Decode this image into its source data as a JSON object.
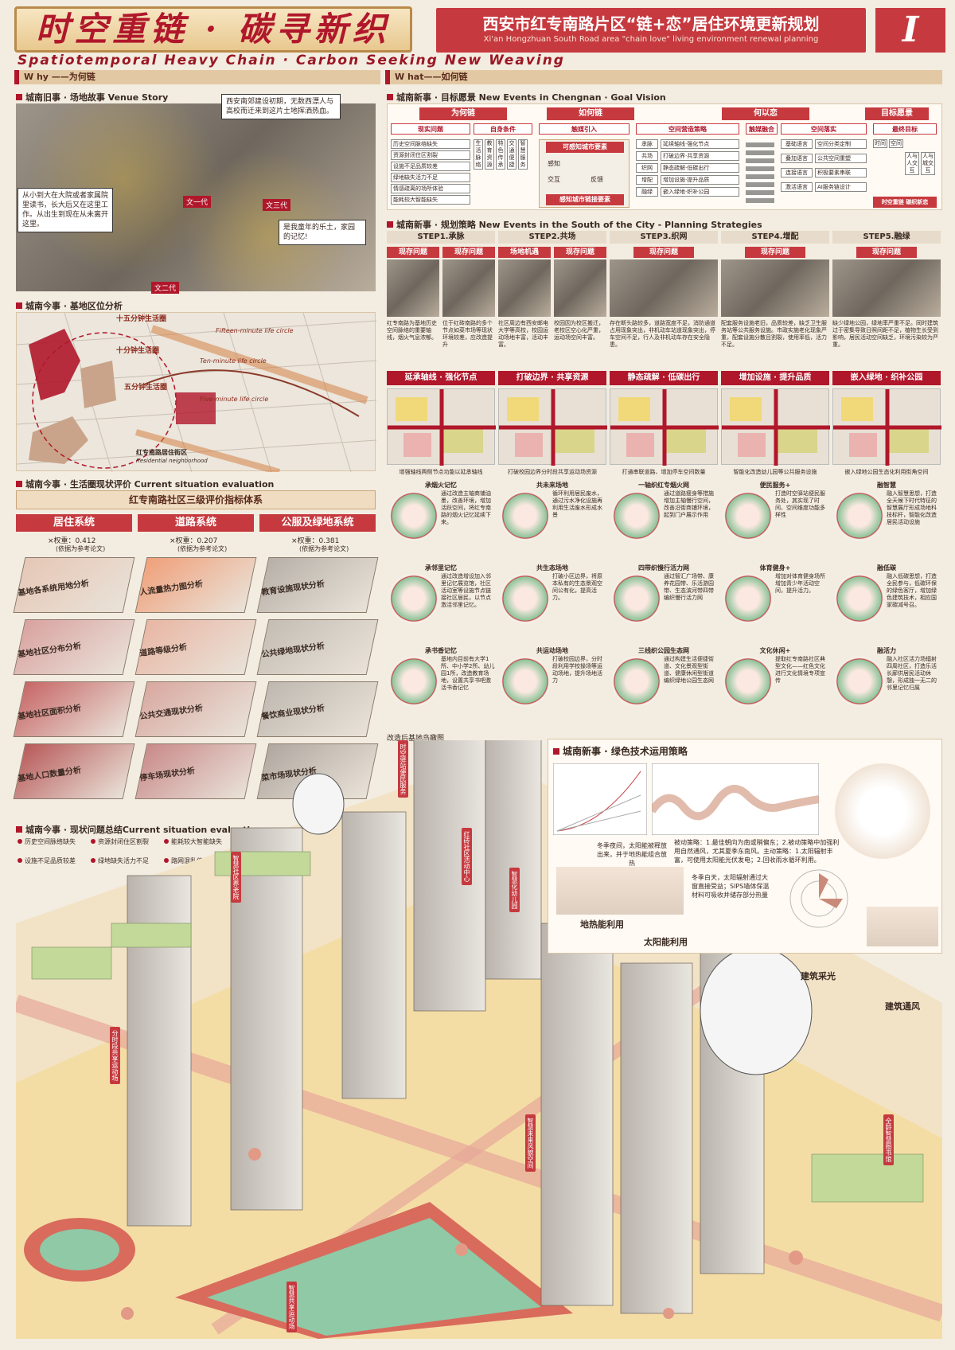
{
  "header": {
    "title_cn": "时空重链 · 碳寻新织",
    "title_en": "Spatiotemporal Heavy Chain · Carbon Seeking New Weaving",
    "subtitle_cn": "西安市红专南路片区“链+恋”居住环境更新规划",
    "subtitle_en": "Xi'an Hongzhuan South Road area \"chain love\" living environment renewal planning",
    "page_number": "I"
  },
  "why": {
    "label": "W hy ——为何链",
    "venue_story": {
      "title": "城南旧事 · 场地故事 Venue Story",
      "note1": "西安南郊建设初期，无数西漂人与高校而迁来到这片土地挥洒热血。",
      "note2": "从小到大在大院或者家属院里读书，长大后又在这里工作。从出生到现在从未离开这里。",
      "note3": "是我童年的乐土，家园的记忆!",
      "tag1": "文一代",
      "tag2": "文三代",
      "tag3": "文二代"
    },
    "location": {
      "title": "城南今事 · 基地区位分析",
      "circle1": "十五分钟生活圈",
      "circle2": "十分钟生活圈",
      "circle3": "五分钟生活圈",
      "en1": "Fifteen-minute life circle",
      "en2": "Ten-minute life circle",
      "en3": "Five-minute life circle",
      "site": "红专南路居住街区",
      "site_en": "Residential neighborhood"
    },
    "evaluation": {
      "title": "城南今事 · 生活圈现状评价 Current situation evaluation",
      "system_title": "红专南路社区三级评价指标体系",
      "systems": [
        {
          "name": "居住系统",
          "weight": "×权重：0.412",
          "ref": "(依据为参考论文)"
        },
        {
          "name": "道路系统",
          "weight": "×权重：0.207",
          "ref": "(依据为参考论文)"
        },
        {
          "name": "公服及绿地系统",
          "weight": "×权重：0.381",
          "ref": "(依据为参考论文)"
        }
      ],
      "col1": [
        "基地各系统用地分析",
        "基地社区分布分析",
        "基地社区面积分析",
        "基地人口数量分析"
      ],
      "col2": [
        "人流量热力图分析",
        "道路等级分析",
        "公共交通现状分析",
        "停车场现状分析"
      ],
      "col3": [
        "教育设施现状分析",
        "公共绿地现状分析",
        "餐饮商业现状分析",
        "菜市场现状分析"
      ]
    },
    "problems": {
      "title": "城南今事 · 现状问题总结Current situation evaluation",
      "items": [
        "历史空间脉络缺失",
        "资源封闭住区割裂",
        "能耗较大智能缺失",
        "设施不足品质较差",
        "绿地缺失活力不足",
        "路网混乱停车不便"
      ]
    }
  },
  "what": {
    "label": "W hat——如何链",
    "goal": {
      "title": "城南新事 · 目标愿景 New Events in Chengnan · Goal Vision",
      "heads": [
        "为何链",
        "如何链",
        "何以恋",
        "目标愿景"
      ],
      "subheads": [
        "现实问题",
        "自身条件",
        "触媒引入",
        "空间营造策略",
        "触媒融合",
        "空间落实",
        "最终目标"
      ],
      "problems": [
        "历史空间脉络缺失",
        "资源封闭住区割裂",
        "设施不足品质较差",
        "绿地缺失活力不足",
        "情感疏离的场所体验",
        "能耗较大智能缺失"
      ],
      "conditions": [
        "生活脉络",
        "教育资源",
        "特色传承",
        "交通便捷",
        "智慧服务"
      ],
      "catalyst": [
        "可感知城市要素",
        "感知",
        "交互",
        "反馈",
        "感知城市链接要素"
      ],
      "strategies": [
        {
          "k": "承脉",
          "v": "延续轴线·强化节点"
        },
        {
          "k": "共场",
          "v": "打破边界·共享资源"
        },
        {
          "k": "织网",
          "v": "静态疏解·低碳出行"
        },
        {
          "k": "增配",
          "v": "增加设施·提升品质"
        },
        {
          "k": "融绿",
          "v": "嵌入绿地·织补公园"
        }
      ],
      "langs": [
        {
          "k": "基础语言",
          "v": "空间分类定制"
        },
        {
          "k": "叠加语言",
          "v": "公共空间重塑"
        },
        {
          "k": "连接语言",
          "v": "积极要素串联"
        },
        {
          "k": "激活语言",
          "v": "AI服务链设计"
        }
      ],
      "final": [
        "时间",
        "空间",
        "人与人交互",
        "人与城交互"
      ],
      "final_tag": "时空重链 碳织新恋"
    },
    "strategy": {
      "title": "城南新事 · 规划策略 New Events in the South of the City - Planning Strategies",
      "steps": [
        {
          "name": "STEP1.承脉",
          "h1": "现存问题",
          "h2": "现存问题",
          "t1": "红专南路为基地历史空间脉络的重要轴线，烟火气息浓郁。",
          "t2": "位于红砖南路的多个节点如菜市场等现状环境较差，应改造提升",
          "strategy": "延承轴线 · 强化节点",
          "cap": "增强轴线两侧节点功能以延承轴线"
        },
        {
          "name": "STEP2.共场",
          "h1": "场地机遇",
          "h2": "现存问题",
          "t1": "社区周边有西安邮电大学等高校，校园运动场地丰富，活动丰富。",
          "t2": "校园因为校区搬迁，老校区空心化严重，运动场空间丰富。",
          "strategy": "打破边界 · 共享资源",
          "cap": "打破校园边界分时段共享运动场资源"
        },
        {
          "name": "STEP3.织网",
          "h1": "现存问题",
          "h2": "",
          "t1": "存在断头路较多，道路宽度不足，消防通道占用现象突出，非机动车站道现象突出，停车空间不足，行人及非机动车存在安全隐患。",
          "t2": "",
          "strategy": "静态疏解 · 低碳出行",
          "cap": "打通串联道路、增加停车空间数量"
        },
        {
          "name": "STEP4.增配",
          "h1": "现存问题",
          "h2": "",
          "t1": "配套服务设施老旧，品质较差，缺乏卫生服务站等公共服务设施。市政实施老化现象严重，配套设施分散且割裂，使用率低，活力不足。",
          "t2": "",
          "strategy": "增加设施 · 提升品质",
          "cap": "智能化改造幼儿园等公共服务设施"
        },
        {
          "name": "STEP5.融绿",
          "h1": "现存问题",
          "h2": "",
          "t1": "缺少绿地公园，绿地率严重不足。同时建筑过于密集导致日照间距不足，植物生长受到影响，居民活动空间缺乏，环境污染较为严重。",
          "t2": "",
          "strategy": "嵌入绿地 · 织补公园",
          "cap": "嵌入绿地公园生态化利用街角空间"
        }
      ],
      "rows": [
        [
          {
            "h": "承烟火记忆",
            "t": "通过改造主轴商铺油墨，改善环境，增加活跃空间，将红专南路的烟火记忆延续下来。"
          },
          {
            "h": "共未来场地",
            "t": "循环利用居民废水，通过污水净化设施再利用生活废水形成水景"
          },
          {
            "h": "一轴织红专烟火网",
            "t": "通过道路瘦身等措施增加主轴慢行空间，改善沿街商铺环境，起到门户展示作用"
          },
          {
            "h": "便民服务+",
            "t": "打造时空驿站便民服务处，其实现了时间、空间维度功能多样性"
          },
          {
            "h": "融智慧",
            "t": "融入智慧思想，打造全天候下时代特征的智慧展厅形成场地科技标杆，智能化改造居民活动设施"
          }
        ],
        [
          {
            "h": "承邻里记忆",
            "t": "通过改造增设加入邻里记忆展览馆，社区活动室等设施节点链接社区居民，以节点激活邻里记忆。"
          },
          {
            "h": "共生态场地",
            "t": "打破小区边界，将原本私有的生态景观空间公有化，提高活力。"
          },
          {
            "h": "四带织慢行活力网",
            "t": "通过智汇广场带、康养花园带、乐活游园带、生态滨河带四带编织慢行活力网"
          },
          {
            "h": "体育健身+",
            "t": "增加对体育健身场所增加青少年活动空间，提升活力。"
          },
          {
            "h": "融低碳",
            "t": "融入低碳思想，打造全民参与，低碳环保的绿色客厅，增加绿色建筑技术，相应国家碳减号召。"
          }
        ],
        [
          {
            "h": "承书香记忆",
            "t": "基地内目前有大学1所、中小学2所、幼儿园1所，改造教育场地，设置共享书吧激活书香记忆"
          },
          {
            "h": "共运动场地",
            "t": "打破校园边界，分时段利用学校操场等运动场地，提升场地活力"
          },
          {
            "h": "三线织公园生态网",
            "t": "通过构建生活便捷街道、文化景观型街道、健康休闲型街道编织绿地公园生态网"
          },
          {
            "h": "文化休闲+",
            "t": "提取红专南路社区典型文化——红色文化进行文化情境专项宣传"
          },
          {
            "h": "融活力",
            "t": "融入社区活力场辐射四周社区，打造乐活长廊供居民活动休憩，形成独一无二的邻里记忆归属"
          }
        ]
      ]
    },
    "aerial": {
      "title": "改造后基地鸟瞰图",
      "labels": [
        "时空驿站便民服务",
        "红砖社区活动中心",
        "智慧社区养老院",
        "智慧化幼儿园",
        "分时段共享运动场",
        "智慧未来风貌空间",
        "全龄智慧图书馆",
        "智慧共享运动场"
      ]
    },
    "green": {
      "title": "城南新事 · 绿色技术运用策略",
      "winter_night": "冬季夜间，太阳能被释放出来，并于地热能组合放热",
      "passive": "被动策略：1.最佳朝向为南或稍偏东；2.被动策略中加强利用自然通风，尤其夏季东南风。主动策略：1.太阳辐射丰富，可使用太阳能光伏发电；2.回收雨水循环利用。",
      "winter_day": "冬季白天，太阳辐射通过大窗直接受益；SIPS墙体保温材料可吸收并储存部分热量",
      "tech": [
        "地热能利用",
        "太阳能利用",
        "建筑采光",
        "建筑通风"
      ]
    }
  }
}
